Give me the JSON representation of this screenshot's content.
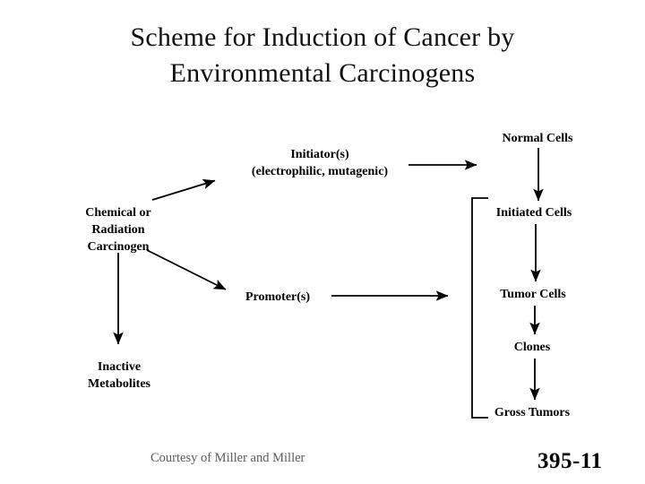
{
  "slide": {
    "title_lines": [
      "Scheme for Induction of Cancer by",
      "Environmental Carcinogens"
    ],
    "credit": "Courtesy of Miller and Miller",
    "slide_number": "395-11",
    "background_color": "#ffffff",
    "text_color": "#000000",
    "credit_color": "#5b5b5b"
  },
  "diagram": {
    "nodes": {
      "carcinogen": {
        "line1": "Chemical or",
        "line2": "Radiation",
        "line3": "Carcinogen"
      },
      "initiator": {
        "line1": "Initiator(s)",
        "line2": "(electrophilic, mutagenic)"
      },
      "promoter": {
        "label": "Promoter(s)"
      },
      "inactive": {
        "line1": "Inactive",
        "line2": "Metabolites"
      },
      "normal_cells": {
        "label": "Normal Cells"
      },
      "initiated_cells": {
        "label": "Initiated Cells"
      },
      "tumor_cells": {
        "label": "Tumor Cells"
      },
      "clones": {
        "label": "Clones"
      },
      "gross_tumors": {
        "label": "Gross Tumors"
      }
    },
    "edges": [
      {
        "name": "carcinogen-to-initiator",
        "style": "diagonal-up-right"
      },
      {
        "name": "carcinogen-to-promoter",
        "style": "diagonal-down-right"
      },
      {
        "name": "carcinogen-to-inactive-metabolites",
        "style": "vertical-down"
      },
      {
        "name": "initiator-to-normal-cells",
        "style": "horizontal-right"
      },
      {
        "name": "promoter-to-bracket",
        "style": "horizontal-right"
      },
      {
        "name": "normal-cells-to-initiated-cells",
        "style": "vertical-down"
      },
      {
        "name": "initiated-cells-to-tumor-cells",
        "style": "vertical-down"
      },
      {
        "name": "tumor-cells-to-clones",
        "style": "vertical-down"
      },
      {
        "name": "clones-to-gross-tumors",
        "style": "vertical-down"
      }
    ],
    "bracket": {
      "name": "progression-bracket",
      "spans": [
        "Initiated Cells",
        "Tumor Cells",
        "Clones",
        "Gross Tumors"
      ]
    },
    "line_color": "#000000"
  }
}
